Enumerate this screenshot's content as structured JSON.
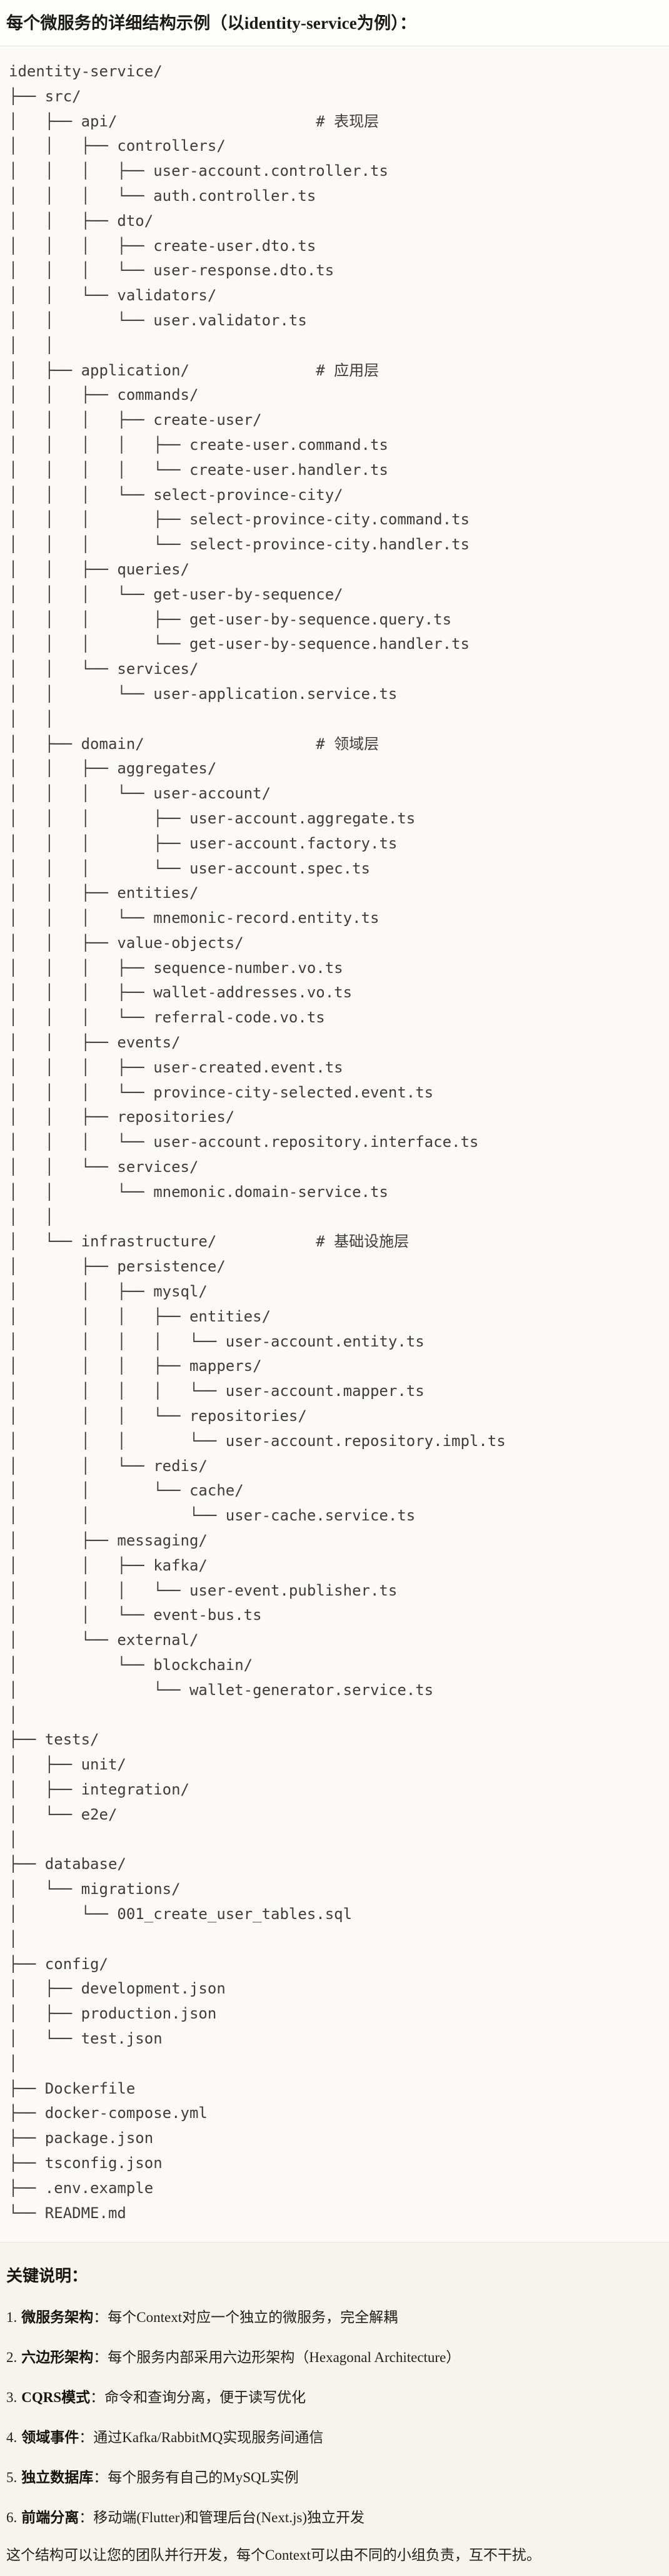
{
  "page": {
    "title": "每个微服务的详细结构示例（以identity-service为例）："
  },
  "theme": {
    "page_background": "#f5f4ee",
    "title_background": "#fdfdfb",
    "code_background": "#fbfaf7",
    "divider_color": "#e5e3dc",
    "code_text_color": "#3e3d38",
    "body_text_color": "#21201b"
  },
  "tree": {
    "lines": [
      "identity-service/",
      "├── src/",
      "│   ├── api/                      # 表现层",
      "│   │   ├── controllers/",
      "│   │   │   ├── user-account.controller.ts",
      "│   │   │   └── auth.controller.ts",
      "│   │   ├── dto/",
      "│   │   │   ├── create-user.dto.ts",
      "│   │   │   └── user-response.dto.ts",
      "│   │   └── validators/",
      "│   │       └── user.validator.ts",
      "│   │",
      "│   ├── application/              # 应用层",
      "│   │   ├── commands/",
      "│   │   │   ├── create-user/",
      "│   │   │   │   ├── create-user.command.ts",
      "│   │   │   │   └── create-user.handler.ts",
      "│   │   │   └── select-province-city/",
      "│   │   │       ├── select-province-city.command.ts",
      "│   │   │       └── select-province-city.handler.ts",
      "│   │   ├── queries/",
      "│   │   │   └── get-user-by-sequence/",
      "│   │   │       ├── get-user-by-sequence.query.ts",
      "│   │   │       └── get-user-by-sequence.handler.ts",
      "│   │   └── services/",
      "│   │       └── user-application.service.ts",
      "│   │",
      "│   ├── domain/                   # 领域层",
      "│   │   ├── aggregates/",
      "│   │   │   └── user-account/",
      "│   │   │       ├── user-account.aggregate.ts",
      "│   │   │       ├── user-account.factory.ts",
      "│   │   │       └── user-account.spec.ts",
      "│   │   ├── entities/",
      "│   │   │   └── mnemonic-record.entity.ts",
      "│   │   ├── value-objects/",
      "│   │   │   ├── sequence-number.vo.ts",
      "│   │   │   ├── wallet-addresses.vo.ts",
      "│   │   │   └── referral-code.vo.ts",
      "│   │   ├── events/",
      "│   │   │   ├── user-created.event.ts",
      "│   │   │   └── province-city-selected.event.ts",
      "│   │   ├── repositories/",
      "│   │   │   └── user-account.repository.interface.ts",
      "│   │   └── services/",
      "│   │       └── mnemonic.domain-service.ts",
      "│   │",
      "│   └── infrastructure/           # 基础设施层",
      "│       ├── persistence/",
      "│       │   ├── mysql/",
      "│       │   │   ├── entities/",
      "│       │   │   │   └── user-account.entity.ts",
      "│       │   │   ├── mappers/",
      "│       │   │   │   └── user-account.mapper.ts",
      "│       │   │   └── repositories/",
      "│       │   │       └── user-account.repository.impl.ts",
      "│       │   └── redis/",
      "│       │       └── cache/",
      "│       │           └── user-cache.service.ts",
      "│       ├── messaging/",
      "│       │   ├── kafka/",
      "│       │   │   └── user-event.publisher.ts",
      "│       │   └── event-bus.ts",
      "│       └── external/",
      "│           └── blockchain/",
      "│               └── wallet-generator.service.ts",
      "│",
      "├── tests/",
      "│   ├── unit/",
      "│   ├── integration/",
      "│   └── e2e/",
      "│",
      "├── database/",
      "│   └── migrations/",
      "│       └── 001_create_user_tables.sql",
      "│",
      "├── config/",
      "│   ├── development.json",
      "│   ├── production.json",
      "│   └── test.json",
      "│",
      "├── Dockerfile",
      "├── docker-compose.yml",
      "├── package.json",
      "├── tsconfig.json",
      "├── .env.example",
      "└── README.md"
    ]
  },
  "notes": {
    "heading": "关键说明：",
    "items": [
      {
        "num": "1.",
        "term": "微服务架构",
        "rest": "：每个Context对应一个独立的微服务，完全解耦"
      },
      {
        "num": "2.",
        "term": "六边形架构",
        "rest": "：每个服务内部采用六边形架构（Hexagonal Architecture）"
      },
      {
        "num": "3.",
        "term": "CQRS模式",
        "rest": "：命令和查询分离，便于读写优化"
      },
      {
        "num": "4.",
        "term": "领域事件",
        "rest": "：通过Kafka/RabbitMQ实现服务间通信"
      },
      {
        "num": "5.",
        "term": "独立数据库",
        "rest": "：每个服务有自己的MySQL实例"
      },
      {
        "num": "6.",
        "term": "前端分离",
        "rest": "：移动端(Flutter)和管理后台(Next.js)独立开发"
      }
    ],
    "closing": "这个结构可以让您的团队并行开发，每个Context可以由不同的小组负责，互不干扰。"
  }
}
